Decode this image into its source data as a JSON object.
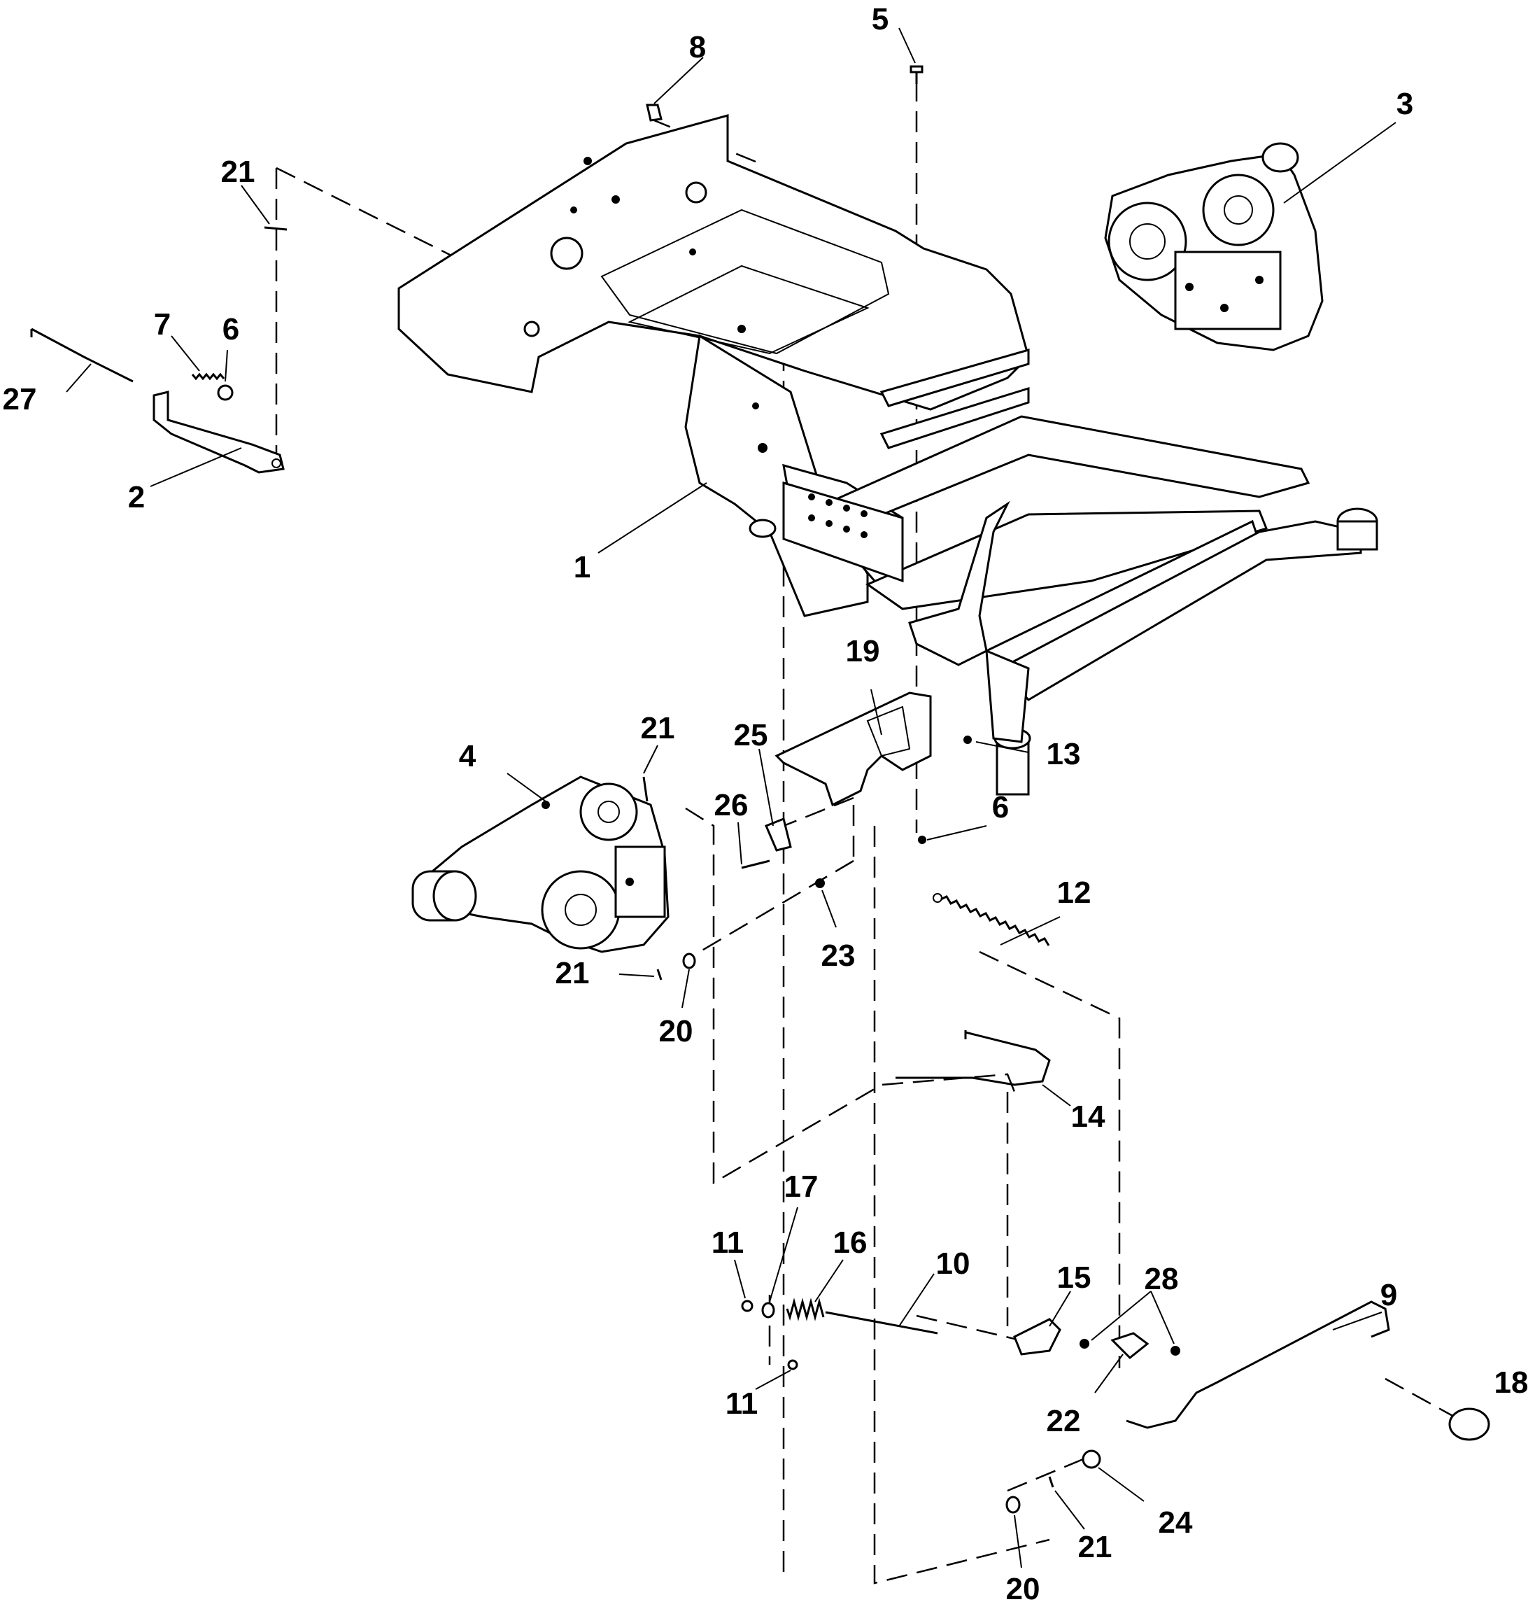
{
  "diagram": {
    "callouts": [
      {
        "id": "c1",
        "label": "1"
      },
      {
        "id": "c2",
        "label": "2"
      },
      {
        "id": "c3",
        "label": "3"
      },
      {
        "id": "c4",
        "label": "4"
      },
      {
        "id": "c5",
        "label": "5"
      },
      {
        "id": "c6a",
        "label": "6"
      },
      {
        "id": "c6b",
        "label": "6"
      },
      {
        "id": "c7",
        "label": "7"
      },
      {
        "id": "c8",
        "label": "8"
      },
      {
        "id": "c9",
        "label": "9"
      },
      {
        "id": "c10",
        "label": "10"
      },
      {
        "id": "c11a",
        "label": "11"
      },
      {
        "id": "c11b",
        "label": "11"
      },
      {
        "id": "c12",
        "label": "12"
      },
      {
        "id": "c13",
        "label": "13"
      },
      {
        "id": "c14",
        "label": "14"
      },
      {
        "id": "c15",
        "label": "15"
      },
      {
        "id": "c16",
        "label": "16"
      },
      {
        "id": "c17",
        "label": "17"
      },
      {
        "id": "c18",
        "label": "18"
      },
      {
        "id": "c19",
        "label": "19"
      },
      {
        "id": "c20a",
        "label": "20"
      },
      {
        "id": "c20b",
        "label": "20"
      },
      {
        "id": "c21a",
        "label": "21"
      },
      {
        "id": "c21b",
        "label": "21"
      },
      {
        "id": "c21c",
        "label": "21"
      },
      {
        "id": "c21d",
        "label": "21"
      },
      {
        "id": "c22",
        "label": "22"
      },
      {
        "id": "c23",
        "label": "23"
      },
      {
        "id": "c24",
        "label": "24"
      },
      {
        "id": "c25",
        "label": "25"
      },
      {
        "id": "c26",
        "label": "26"
      },
      {
        "id": "c27",
        "label": "27"
      },
      {
        "id": "c28",
        "label": "28"
      }
    ]
  }
}
